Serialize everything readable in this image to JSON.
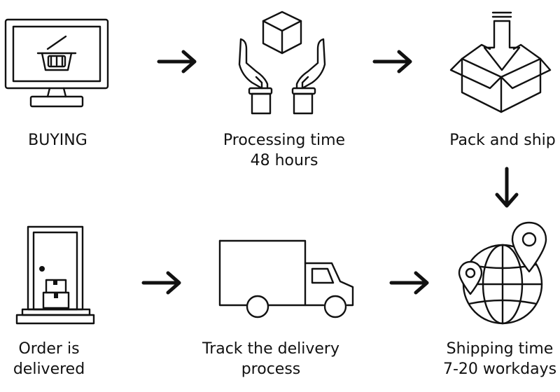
{
  "steps": [
    {
      "id": "buying",
      "icon": "computer-shopping-basket-icon",
      "lines": [
        "BUYING"
      ]
    },
    {
      "id": "processing",
      "icon": "hands-holding-box-icon",
      "lines": [
        "Processing time",
        "48 hours"
      ]
    },
    {
      "id": "pack",
      "icon": "open-box-down-arrow-icon",
      "lines": [
        "Pack and ship"
      ]
    },
    {
      "id": "shipping",
      "icon": "globe-location-pins-icon",
      "lines": [
        "Shipping time",
        "7-20 workdays"
      ]
    },
    {
      "id": "track",
      "icon": "delivery-truck-icon",
      "lines": [
        "Track the delivery",
        "process"
      ]
    },
    {
      "id": "delivered",
      "icon": "door-with-packages-icon",
      "lines": [
        "Order is",
        "delivered"
      ]
    }
  ],
  "arrows": [
    {
      "from": "buying",
      "to": "processing",
      "direction": "right"
    },
    {
      "from": "processing",
      "to": "pack",
      "direction": "right"
    },
    {
      "from": "pack",
      "to": "shipping",
      "direction": "down"
    },
    {
      "from": "delivered",
      "to": "track",
      "direction": "right"
    },
    {
      "from": "track",
      "to": "shipping",
      "direction": "right"
    }
  ],
  "colors": {
    "stroke": "#111111",
    "background": "#ffffff"
  }
}
